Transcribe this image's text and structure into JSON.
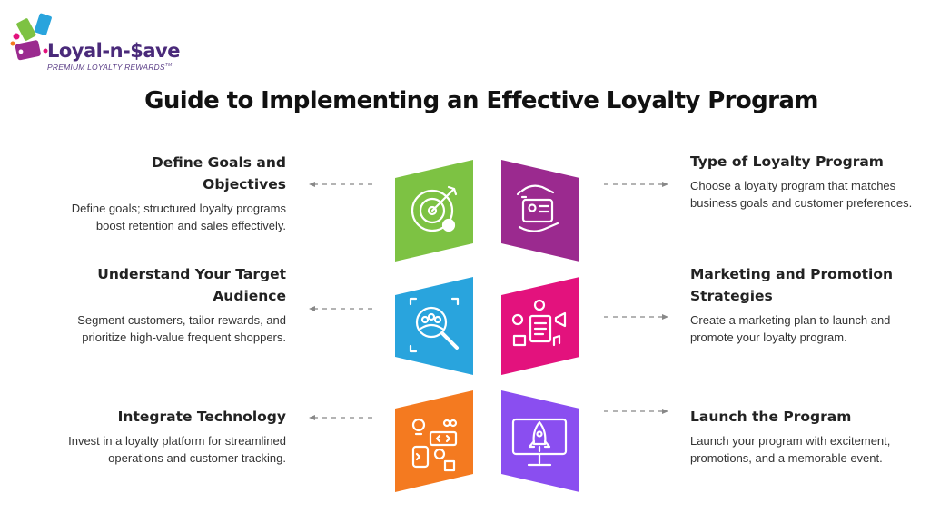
{
  "logo": {
    "name": "Loyal-n-$ave",
    "tagline": "PREMIUM LOYALTY REWARDS",
    "trademark": "TM"
  },
  "title": "Guide to Implementing an Effective Loyalty Program",
  "steps_left": [
    {
      "heading": "Define Goals and Objectives",
      "text": "Define goals; structured loyalty programs boost retention and sales effectively."
    },
    {
      "heading": "Understand Your Target Audience",
      "text": "Segment customers, tailor rewards, and prioritize high-value frequent shoppers."
    },
    {
      "heading": "Integrate Technology",
      "text": "Invest in a loyalty platform for streamlined operations and customer tracking."
    }
  ],
  "steps_right": [
    {
      "heading": "Type of Loyalty Program",
      "text": "Choose a loyalty program that matches business goals and customer preferences."
    },
    {
      "heading": "Marketing and Promotion Strategies",
      "text": "Create a marketing plan to launch and promote your loyalty program."
    },
    {
      "heading": "Launch the Program",
      "text": "Launch your program with excitement, promotions, and a memorable event."
    }
  ],
  "tiles": [
    {
      "icon": "target-icon",
      "color": "#7dc243"
    },
    {
      "icon": "customer-card-hands-icon",
      "color": "#9b2a8f"
    },
    {
      "icon": "audience-search-icon",
      "color": "#29a4dd"
    },
    {
      "icon": "marketing-content-icon",
      "color": "#e3127d"
    },
    {
      "icon": "technology-integration-icon",
      "color": "#f47a20"
    },
    {
      "icon": "rocket-launch-icon",
      "color": "#8a4ef0"
    }
  ],
  "colors": {
    "logo_purple": "#4a2a7a",
    "connector": "#888888"
  }
}
